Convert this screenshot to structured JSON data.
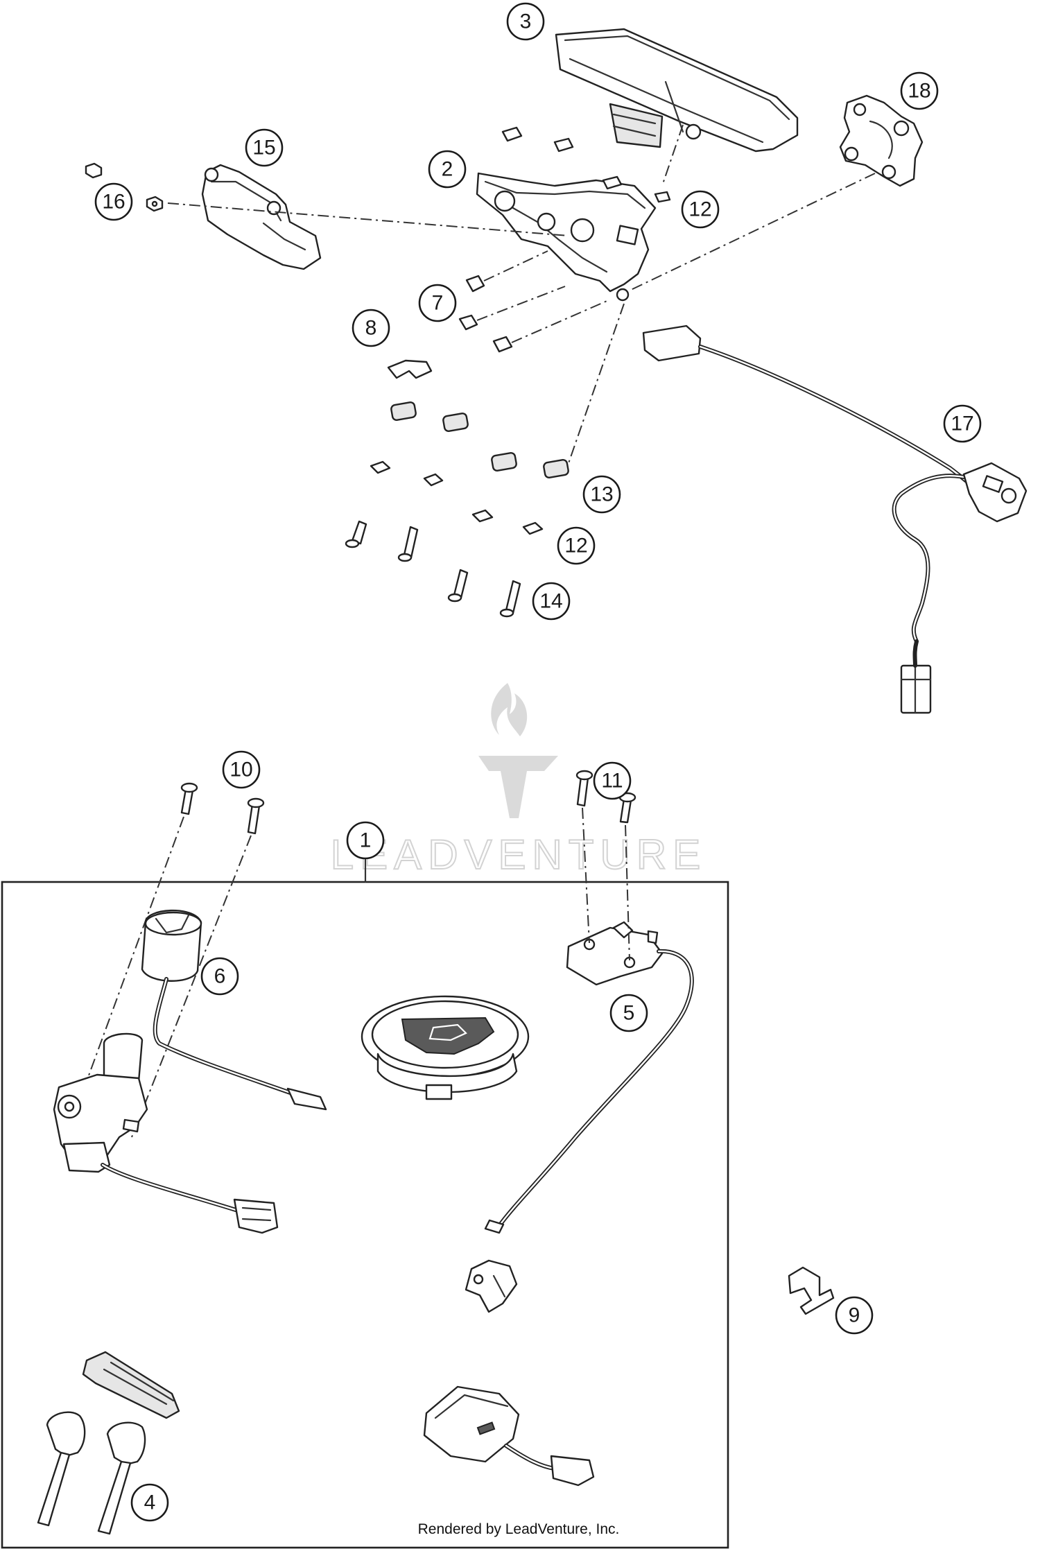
{
  "callouts": [
    "1",
    "2",
    "3",
    "4",
    "5",
    "6",
    "7",
    "8",
    "9",
    "10",
    "11",
    "12",
    "12",
    "13",
    "14",
    "15",
    "16",
    "17",
    "18"
  ],
  "watermark": "LEADVENTURE",
  "credit": "Rendered by LeadVenture, Inc."
}
